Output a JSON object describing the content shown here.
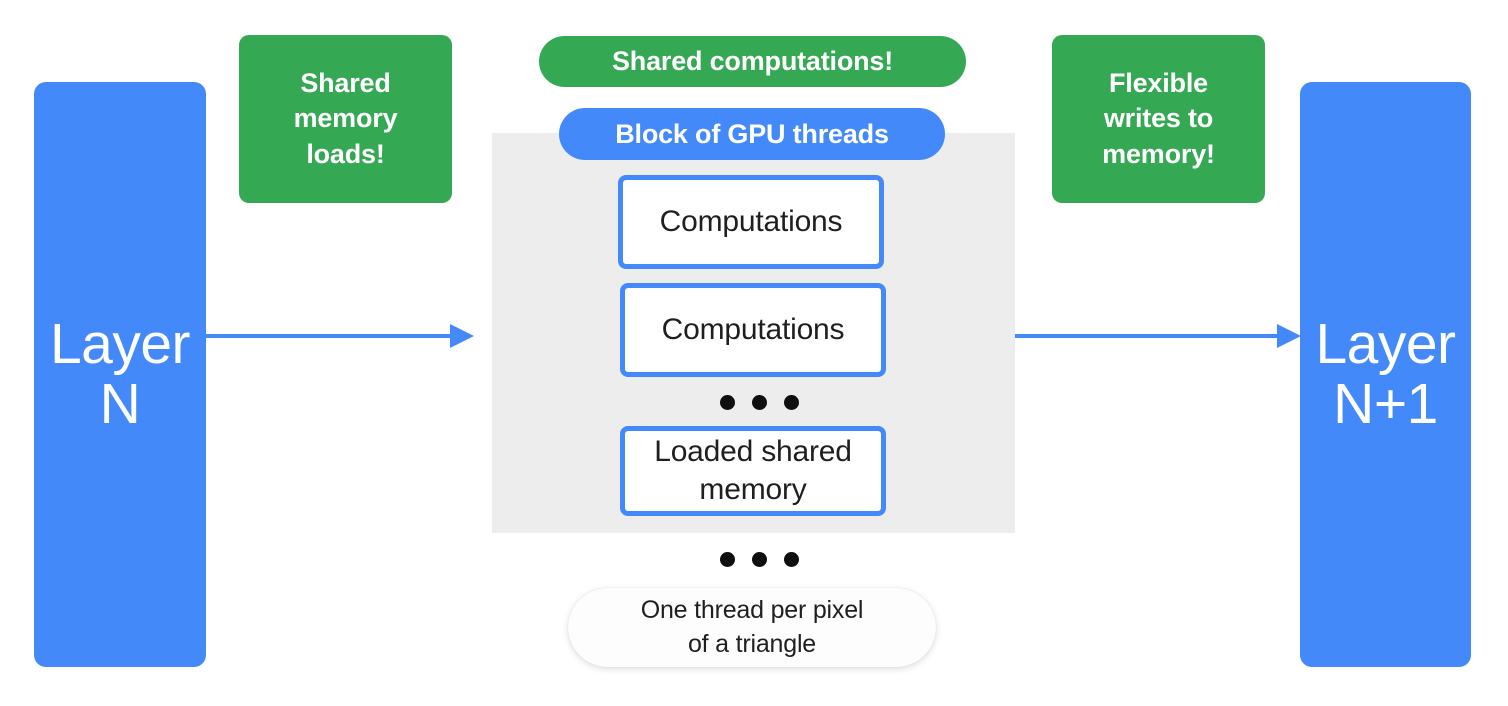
{
  "colors": {
    "blue": "#4389f9",
    "green": "#34a853",
    "gray_block": "#ededed",
    "text_dark": "#1f1f1f",
    "white": "#ffffff"
  },
  "layers": {
    "input": {
      "label": "Layer\nN"
    },
    "output": {
      "label": "Layer\nN+1"
    }
  },
  "callouts": {
    "shared_memory_loads": "Shared\nmemory\nloads!",
    "shared_computations": "Shared computations!",
    "flexible_writes": "Flexible\nwrites to\nmemory!"
  },
  "block": {
    "title": "Block of GPU threads",
    "threads": [
      {
        "label": "Computations"
      },
      {
        "label": "Computations"
      },
      {
        "label": "Loaded shared\nmemory"
      }
    ],
    "ellipsis_inner": "• • •",
    "ellipsis_outer": "• • •",
    "footnote": "One thread per pixel\nof a triangle"
  },
  "arrows": [
    {
      "name": "layer-n-to-block",
      "direction": "right"
    },
    {
      "name": "block-to-layer-n-plus-1",
      "direction": "right"
    }
  ]
}
